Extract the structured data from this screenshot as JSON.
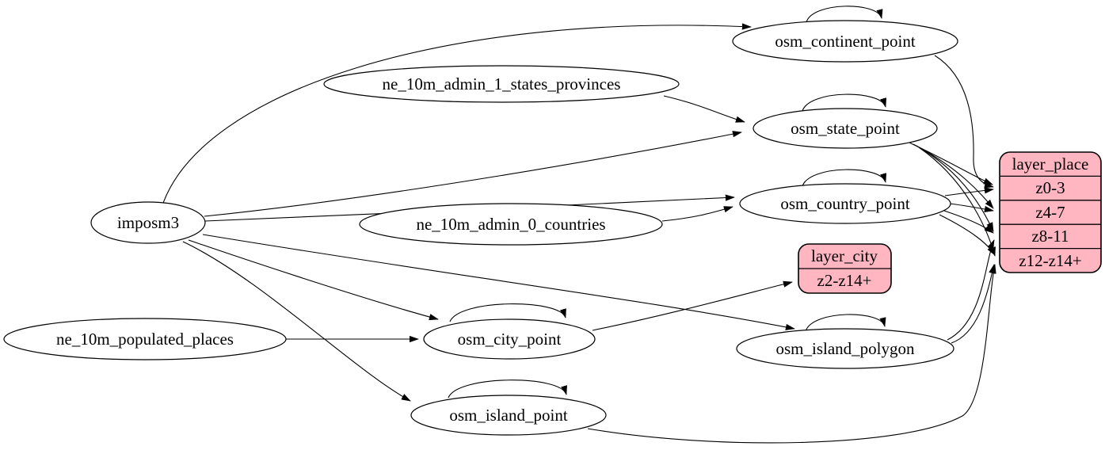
{
  "diagram": {
    "colors": {
      "background": "#ffffff",
      "edge_stroke": "#000000",
      "ellipse_fill": "#ffffff",
      "record_fill": "#ffb6c1"
    },
    "nodes": {
      "imposm3": {
        "label": "imposm3",
        "type": "ellipse"
      },
      "ne_10m_admin_1_states_provinces": {
        "label": "ne_10m_admin_1_states_provinces",
        "type": "ellipse"
      },
      "ne_10m_admin_0_countries": {
        "label": "ne_10m_admin_0_countries",
        "type": "ellipse"
      },
      "ne_10m_populated_places": {
        "label": "ne_10m_populated_places",
        "type": "ellipse"
      },
      "osm_continent_point": {
        "label": "osm_continent_point",
        "type": "ellipse"
      },
      "osm_state_point": {
        "label": "osm_state_point",
        "type": "ellipse"
      },
      "osm_country_point": {
        "label": "osm_country_point",
        "type": "ellipse"
      },
      "osm_city_point": {
        "label": "osm_city_point",
        "type": "ellipse"
      },
      "osm_island_polygon": {
        "label": "osm_island_polygon",
        "type": "ellipse"
      },
      "osm_island_point": {
        "label": "osm_island_point",
        "type": "ellipse"
      },
      "layer_place": {
        "label": "layer_place",
        "type": "record",
        "rows": [
          "z0-3",
          "z4-7",
          "z8-11",
          "z12-z14+"
        ]
      },
      "layer_city": {
        "label": "layer_city",
        "type": "record",
        "rows": [
          "z2-z14+"
        ]
      }
    },
    "edges": [
      {
        "from": "imposm3",
        "to": "osm_continent_point"
      },
      {
        "from": "imposm3",
        "to": "osm_state_point"
      },
      {
        "from": "imposm3",
        "to": "osm_country_point"
      },
      {
        "from": "imposm3",
        "to": "osm_city_point"
      },
      {
        "from": "imposm3",
        "to": "osm_island_polygon"
      },
      {
        "from": "imposm3",
        "to": "osm_island_point"
      },
      {
        "from": "ne_10m_admin_1_states_provinces",
        "to": "osm_state_point"
      },
      {
        "from": "ne_10m_admin_0_countries",
        "to": "osm_country_point"
      },
      {
        "from": "ne_10m_populated_places",
        "to": "osm_city_point"
      },
      {
        "from": "osm_continent_point",
        "to": "osm_continent_point"
      },
      {
        "from": "osm_state_point",
        "to": "osm_state_point"
      },
      {
        "from": "osm_country_point",
        "to": "osm_country_point"
      },
      {
        "from": "osm_city_point",
        "to": "osm_city_point"
      },
      {
        "from": "osm_island_polygon",
        "to": "osm_island_polygon"
      },
      {
        "from": "osm_island_point",
        "to": "osm_island_point"
      },
      {
        "from": "osm_continent_point",
        "to": "layer_place:z0-3"
      },
      {
        "from": "osm_state_point",
        "to": "layer_place:z0-3"
      },
      {
        "from": "osm_state_point",
        "to": "layer_place:z4-7"
      },
      {
        "from": "osm_state_point",
        "to": "layer_place:z8-11"
      },
      {
        "from": "osm_state_point",
        "to": "layer_place:z12-z14+"
      },
      {
        "from": "osm_country_point",
        "to": "layer_place:z0-3"
      },
      {
        "from": "osm_country_point",
        "to": "layer_place:z4-7"
      },
      {
        "from": "osm_country_point",
        "to": "layer_place:z8-11"
      },
      {
        "from": "osm_country_point",
        "to": "layer_place:z12-z14+"
      },
      {
        "from": "osm_island_polygon",
        "to": "layer_place:z8-11"
      },
      {
        "from": "osm_island_polygon",
        "to": "layer_place:z12-z14+"
      },
      {
        "from": "osm_island_point",
        "to": "layer_place:z12-z14+"
      },
      {
        "from": "osm_city_point",
        "to": "layer_city:z2-z14+"
      }
    ]
  }
}
